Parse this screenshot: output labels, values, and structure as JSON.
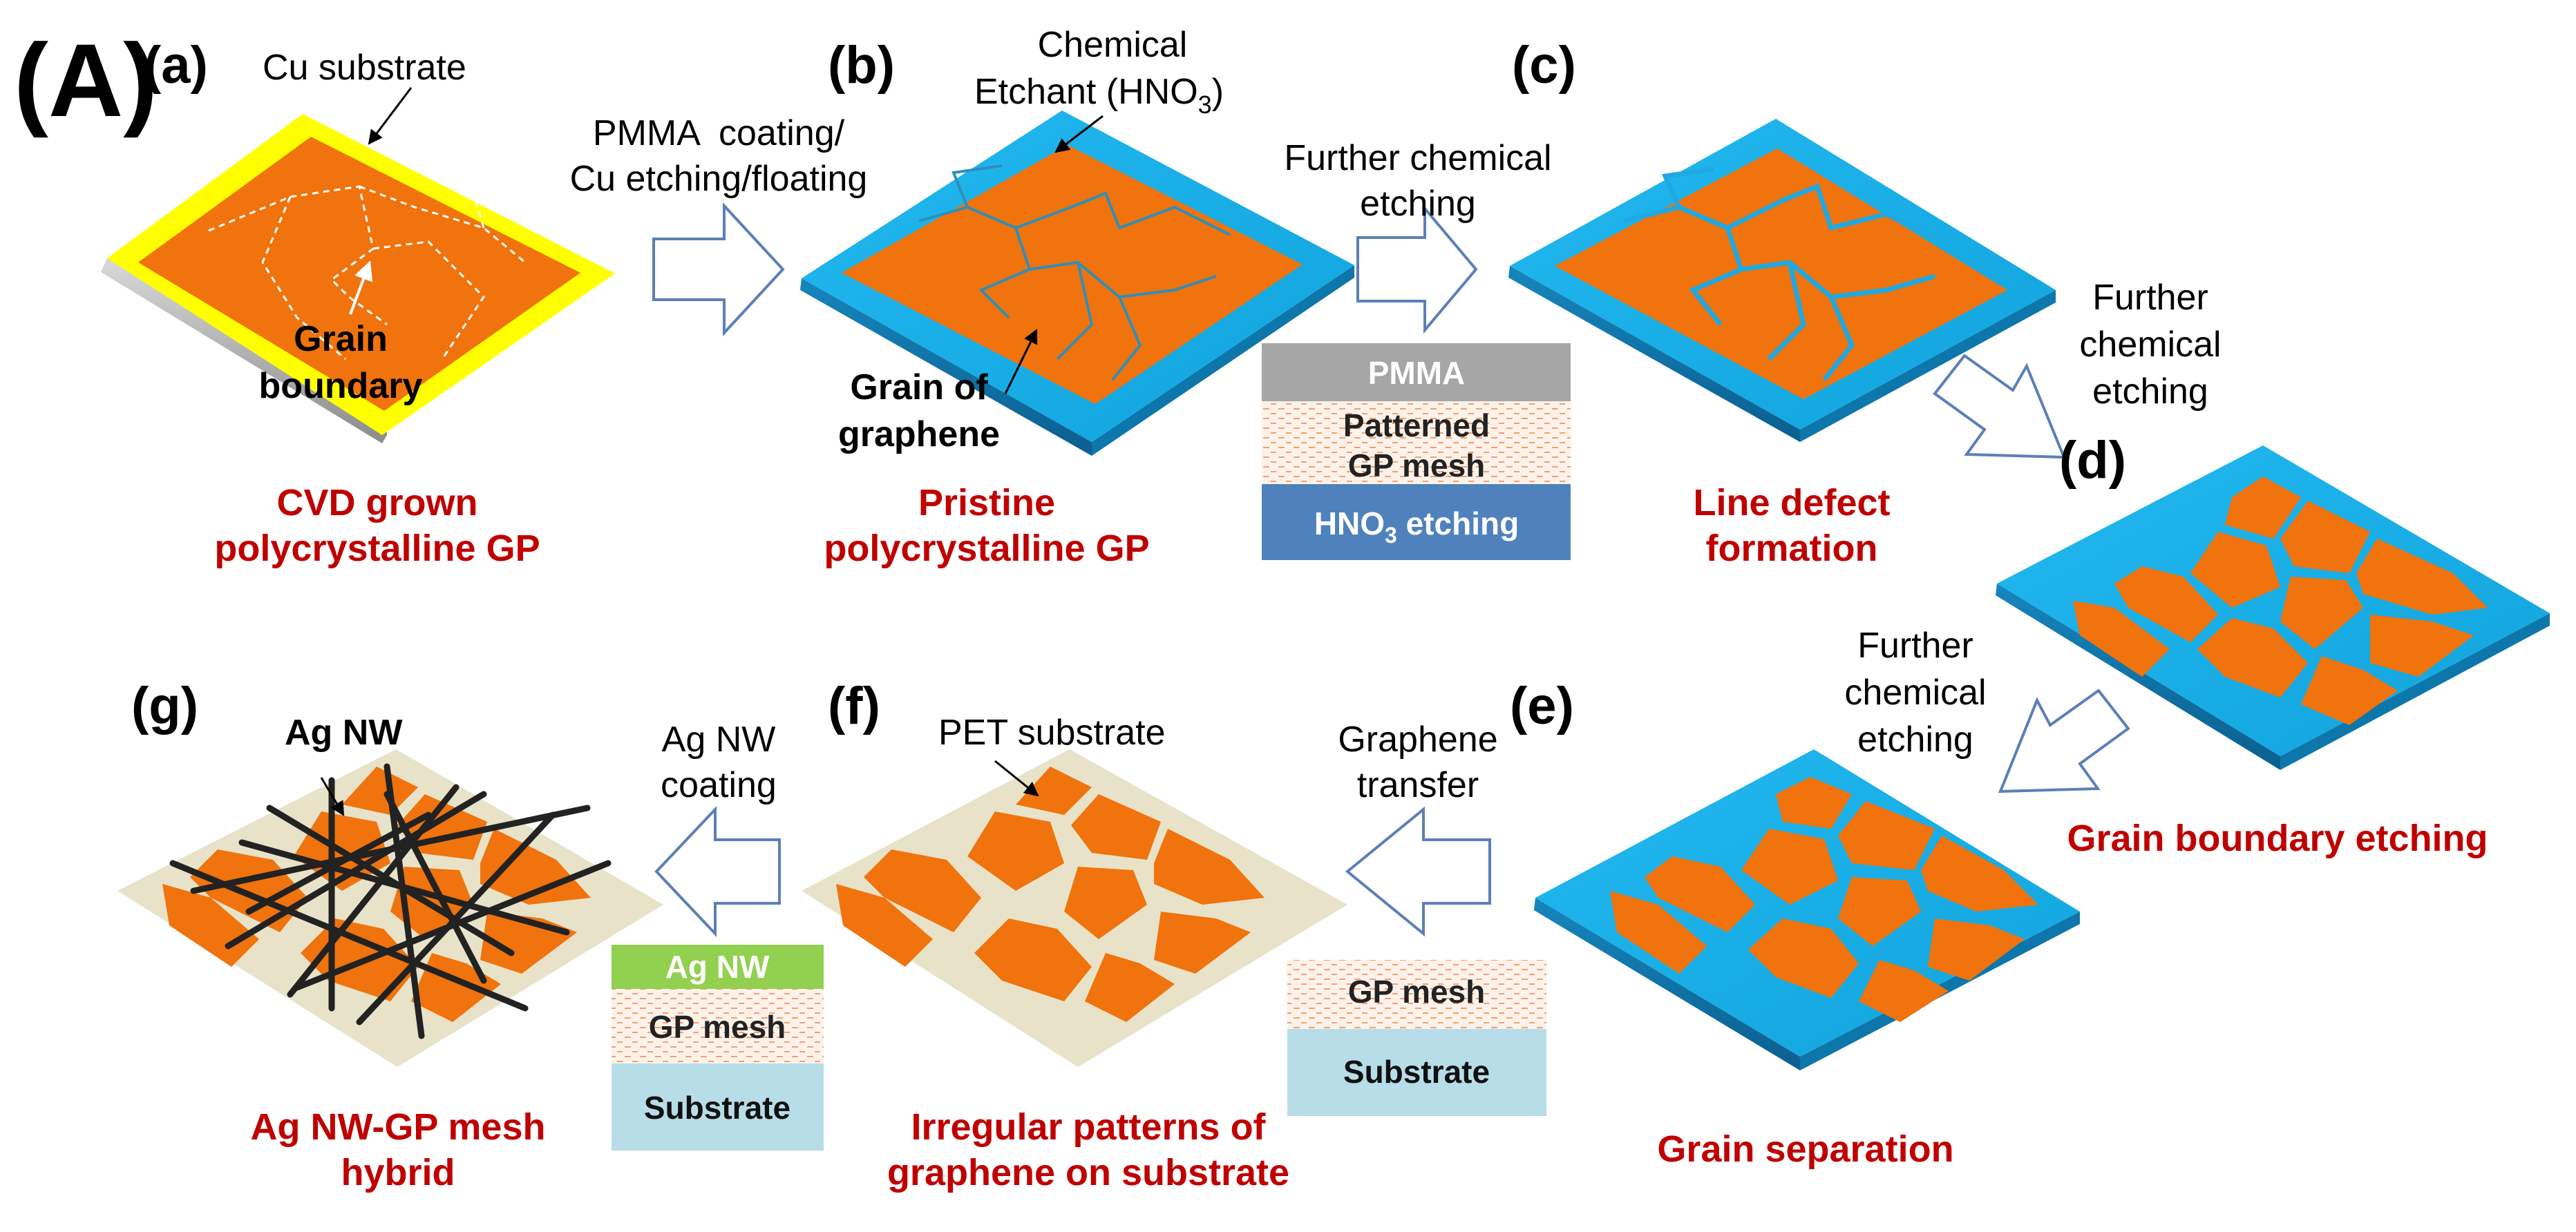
{
  "figure_label": "(A)",
  "panels": {
    "a": {
      "letter": "(a)",
      "callout_substrate": "Cu substrate",
      "callout_boundary": [
        "Grain",
        "boundary"
      ],
      "caption": [
        "CVD grown",
        "polycrystalline GP"
      ]
    },
    "b": {
      "letter": "(b)",
      "callout_etchant": [
        "Chemical",
        "Etchant (HNO",
        "3",
        ")"
      ],
      "callout_grain": [
        "Grain of",
        "graphene"
      ],
      "caption": [
        "Pristine",
        "polycrystalline GP"
      ]
    },
    "c": {
      "letter": "(c)",
      "caption": [
        "Line defect",
        "formation"
      ]
    },
    "d": {
      "letter": "(d)",
      "caption": [
        "Grain boundary etching"
      ]
    },
    "e": {
      "letter": "(e)",
      "caption": [
        "Grain separation"
      ]
    },
    "f": {
      "letter": "(f)",
      "callout_pet": "PET substrate",
      "caption": [
        "Irregular patterns of",
        "graphene on substrate"
      ]
    },
    "g": {
      "letter": "(g)",
      "callout_agnw": "Ag NW",
      "caption": [
        "Ag NW-GP mesh",
        "hybrid"
      ]
    }
  },
  "arrows": {
    "a_to_b": [
      "PMMA  coating/",
      "Cu etching/floating"
    ],
    "b_to_c": [
      "Further chemical",
      "etching"
    ],
    "c_to_d": [
      "Further",
      "chemical",
      "etching"
    ],
    "d_to_e": [
      "Further",
      "chemical",
      "etching"
    ],
    "e_to_f": [
      "Graphene",
      "transfer"
    ],
    "f_to_g": [
      "Ag NW",
      "coating"
    ]
  },
  "stacks": {
    "bc": [
      {
        "label": "PMMA",
        "color": "#a6a6a6"
      },
      {
        "label": [
          "Patterned",
          "GP mesh"
        ],
        "color": "#fbe9dc"
      },
      {
        "label": "HNO",
        "sub": "3",
        "suffix": " etching",
        "color": "#4f81bd"
      }
    ],
    "ef": [
      {
        "label": "GP mesh",
        "color": "#fbe9dc"
      },
      {
        "label": "Substrate",
        "color": "#b7dde8"
      }
    ],
    "fg": [
      {
        "label": "Ag NW",
        "color": "#92d050"
      },
      {
        "label": "GP mesh",
        "color": "#fbe9dc"
      },
      {
        "label": "Substrate",
        "color": "#b7dde8"
      }
    ]
  },
  "colors": {
    "graphene": "#f0730d",
    "cu": "#ffff00",
    "etchant": "#1ab0e8",
    "pet": "#e8e2c8",
    "caption_red": "#c00000",
    "arrow_stroke": "#5b7fb7",
    "nanowire": "#222222"
  }
}
